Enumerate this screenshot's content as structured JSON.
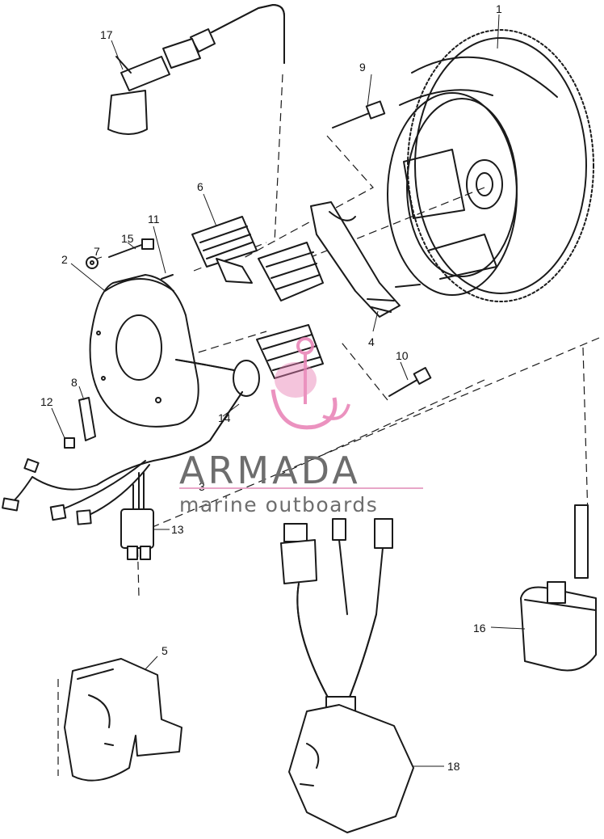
{
  "watermark": {
    "brand": "ARMADA",
    "tagline": "marine outboards",
    "accent_color": "#e87fb4",
    "rule_color": "#e8a6c8",
    "text_color": "#6d6d6d"
  },
  "callouts": {
    "c1": "1",
    "c2": "2",
    "c3": "3",
    "c4": "4",
    "c5": "5",
    "c6": "6",
    "c7": "7",
    "c8": "8",
    "c9": "9",
    "c10": "10",
    "c11": "11",
    "c12": "12",
    "c13": "13",
    "c14": "14",
    "c15": "15",
    "c16": "16",
    "c17": "17",
    "c18": "18"
  }
}
